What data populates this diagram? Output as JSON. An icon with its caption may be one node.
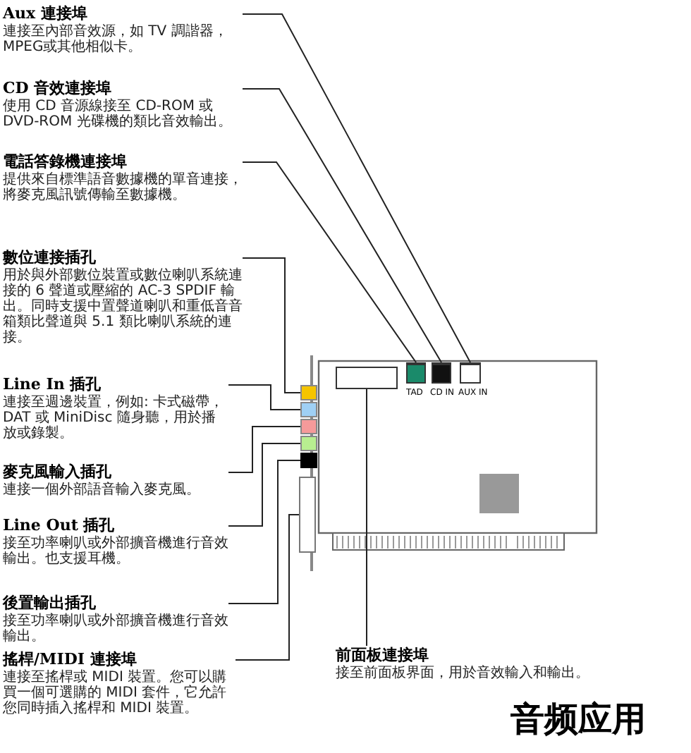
{
  "diagram": {
    "nodes": [
      {
        "text": [
          "Aux 連接埠",
          "連接至內部音效源，如 TV 調諧器，MPEG或其他相似卡。"
        ]
      },
      {
        "text": [
          "CD 音效連接埠",
          "使用 CD 音源線接至 CD-ROM 或 DVD-ROM 光碟機的類比音效輸出。"
        ]
      },
      {
        "text": [
          "電話答錄機連接埠",
          "提供來自標準語音數據機的單音連接，將麥克風訊號傳輸至數據機。"
        ]
      },
      {
        "text": [
          "數位連接插孔",
          "用於與外部數位裝置或數位喇叭系統連接的 6 聲道或壓縮的 AC-3 SPDIF 輸出。同時支援中置聲道喇叭和重低音音箱類比聲道與 5.1 類比喇叭系統的連接。"
        ]
      },
      {
        "text": [
          "Line In 插孔",
          "連接至週邊裝置，例如: 卡式磁帶，DAT 或 MiniDisc 隨身聽，用於播放或錄製。"
        ]
      },
      {
        "text": [
          "麥克風輸入插孔",
          "連接一個外部語音輸入麥克風。"
        ]
      },
      {
        "text": [
          "Line Out 插孔",
          "接至功率喇叭或外部擴音機進行音效輸出。也支援耳機。"
        ]
      },
      {
        "text": [
          "後置輸出插孔",
          "接至功率喇叭或外部擴音機進行音效輸出。"
        ]
      },
      {
        "text": [
          "搖桿/MIDI 連接埠",
          "連接至搖桿或 MIDI 裝置。您可以購買一個可選購的 MIDI 套件，它允許您同時插入搖桿和 MIDI 裝置。"
        ]
      },
      {
        "text": [
          "前面板連接埠",
          "接至前面板界面，用於音效輸入和輸出。"
        ]
      },
      {
        "text": [],
        "shape": "box"
      },
      {
        "text": [],
        "shape": "box"
      },
      {
        "text": [],
        "shape": "box"
      },
      {
        "text": [],
        "shape": "box"
      },
      {
        "text": [],
        "shape": "box"
      },
      {
        "text": [],
        "shape": "box"
      },
      {
        "text": [],
        "shape": "box"
      },
      {
        "text": [],
        "shape": "box"
      },
      {
        "text": [],
        "shape": "box"
      },
      {
        "text": [],
        "shape": "box"
      }
    ],
    "edges": [
      {
        "from": 0,
        "to": 19,
        "arrow": "none"
      },
      {
        "from": 1,
        "to": 18,
        "arrow": "none"
      },
      {
        "from": 2,
        "to": 17,
        "arrow": "none"
      },
      {
        "from": 3,
        "to": 10,
        "arrow": "none"
      },
      {
        "from": 4,
        "to": 11,
        "arrow": "none"
      },
      {
        "from": 5,
        "to": 12,
        "arrow": "none"
      },
      {
        "from": 6,
        "to": 13,
        "arrow": "none"
      },
      {
        "from": 7,
        "to": 14,
        "arrow": "none"
      },
      {
        "from": 8,
        "to": 15,
        "arrow": "none"
      },
      {
        "from": 9,
        "to": 16,
        "arrow": "none"
      }
    ],
    "labels": [
      "TAD",
      "CD IN",
      "AUX IN",
      "音频应用"
    ]
  }
}
